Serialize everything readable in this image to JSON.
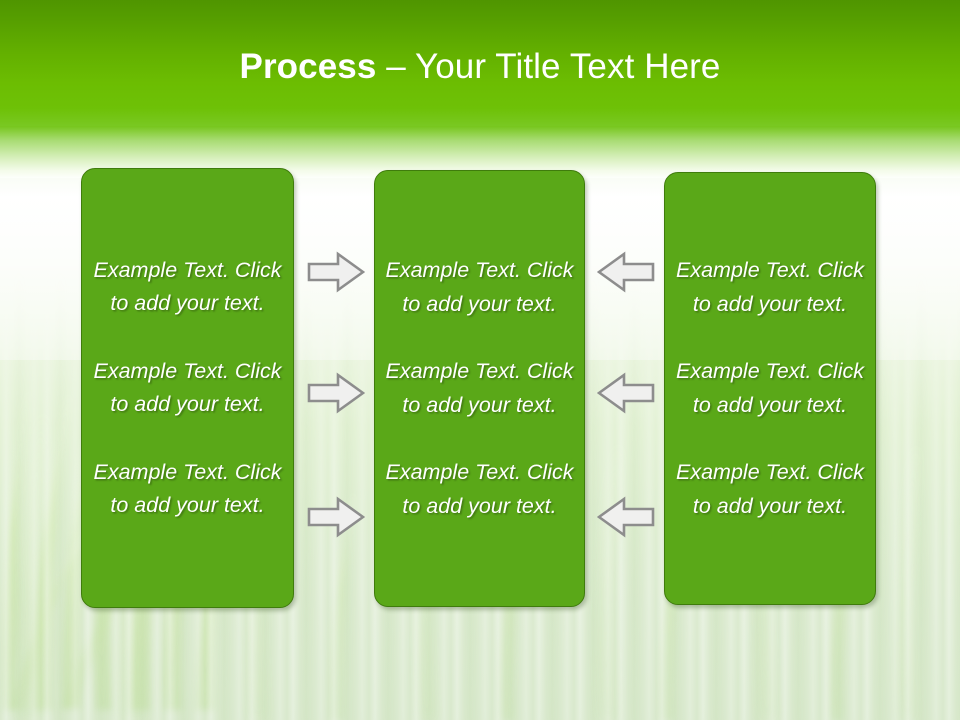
{
  "slide": {
    "title": {
      "bold_part": "Process ",
      "rest": "– Your Title Text Here"
    },
    "theme": {
      "header_green_top": "#4f9500",
      "header_green_bottom": "#79c822",
      "box_fill": "#5aa818",
      "box_border": "#3f7c0c",
      "text_color": "#ffffff",
      "arrow_fill": "#f0f0ef",
      "arrow_stroke": "#8d8d8d",
      "background_pale_green": "#d9e9cd"
    },
    "columns": [
      {
        "id": "column-1",
        "blocks": [
          "Example Text. Click  to add your text.",
          "Example Text. Click  to add your text.",
          "Example Text. Click  to add your text."
        ]
      },
      {
        "id": "column-2",
        "blocks": [
          "Example Text. Click  to add your text.",
          "Example Text. Click  to add your text.",
          "Example Text. Click  to add your text."
        ]
      },
      {
        "id": "column-3",
        "blocks": [
          "Example Text. Click  to add your text.",
          "Example Text. Click  to add your text.",
          "Example Text. Click  to add your text."
        ]
      }
    ],
    "connectors": [
      {
        "id": "arrow-right-1",
        "icon": "arrow-right-icon",
        "direction": "right"
      },
      {
        "id": "arrow-right-2",
        "icon": "arrow-right-icon",
        "direction": "right"
      },
      {
        "id": "arrow-right-3",
        "icon": "arrow-right-icon",
        "direction": "right"
      },
      {
        "id": "arrow-left-1",
        "icon": "arrow-left-icon",
        "direction": "left"
      },
      {
        "id": "arrow-left-2",
        "icon": "arrow-left-icon",
        "direction": "left"
      },
      {
        "id": "arrow-left-3",
        "icon": "arrow-left-icon",
        "direction": "left"
      }
    ]
  }
}
